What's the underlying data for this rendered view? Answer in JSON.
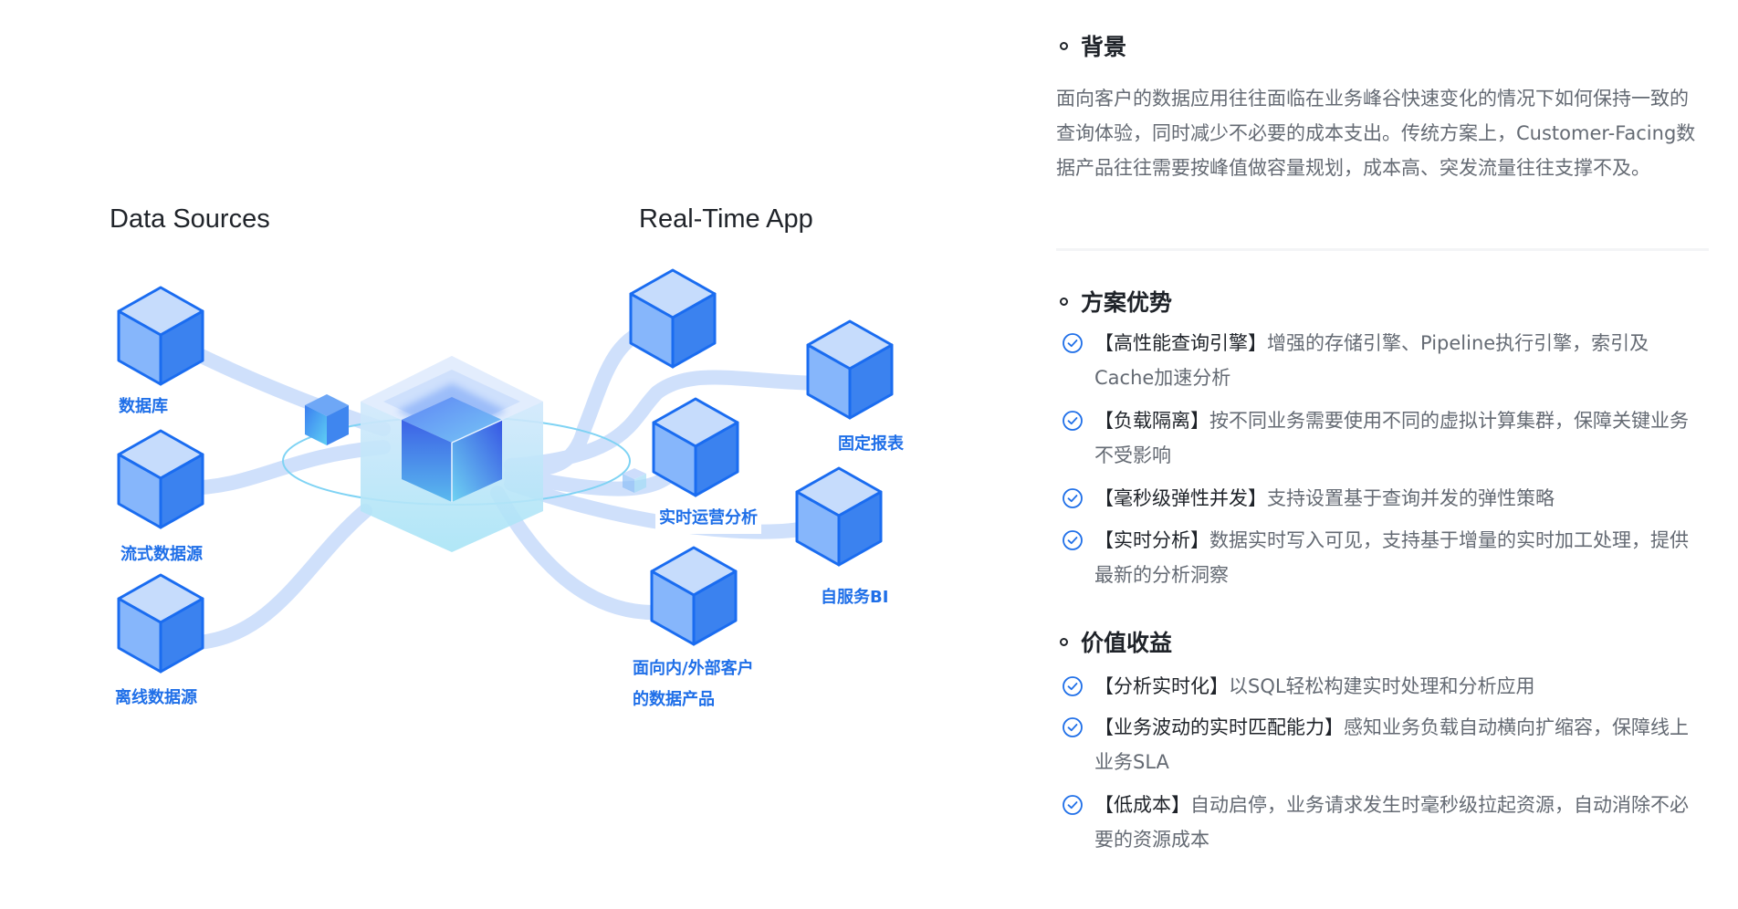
{
  "diagram": {
    "sources_title": "Data Sources",
    "apps_title": "Real-Time App",
    "sources": [
      {
        "label": "数据库"
      },
      {
        "label": "流式数据源"
      },
      {
        "label": "离线数据源"
      }
    ],
    "apps": [
      {
        "label": ""
      },
      {
        "label": "固定报表"
      },
      {
        "label": "实时运营分析"
      },
      {
        "label": "自服务BI"
      },
      {
        "label_line1": "面向内/外部客户",
        "label_line2": "的数据产品"
      }
    ],
    "colors": {
      "cube_stroke": "#1a6cf0",
      "cube_top": "#c6dcfc",
      "cube_left": "#86b6fb",
      "cube_right": "#3b82ef",
      "flow": "#cfe0fb",
      "label": "#1f6fe8"
    }
  },
  "panel": {
    "background": {
      "heading": "背景",
      "text": "面向客户的数据应用往往面临在业务峰谷快速变化的情况下如何保持一致的查询体验，同时减少不必要的成本支出。传统方案上，Customer-Facing数据产品往往需要按峰值做容量规划，成本高、突发流量往往支撑不及。"
    },
    "advantages": {
      "heading": "方案优势",
      "items": [
        {
          "key": "【高性能查询引擎】",
          "text": "增强的存储引擎、Pipeline执行引擎，索引及Cache加速分析"
        },
        {
          "key": "【负载隔离】",
          "text": "按不同业务需要使用不同的虚拟计算集群，保障关键业务不受影响"
        },
        {
          "key": "【毫秒级弹性并发】",
          "text": "支持设置基于查询并发的弹性策略"
        },
        {
          "key": "【实时分析】",
          "text": "数据实时写入可见，支持基于增量的实时加工处理，提供最新的分析洞察"
        }
      ]
    },
    "value": {
      "heading": "价值收益",
      "items": [
        {
          "key": "【分析实时化】",
          "text": "以SQL轻松构建实时处理和分析应用"
        },
        {
          "key": "【业务波动的实时匹配能力】",
          "text": "感知业务负载自动横向扩缩容，保障线上业务SLA"
        },
        {
          "key": "【低成本】",
          "text": "自动启停，业务请求发生时毫秒级拉起资源，自动消除不必要的资源成本"
        }
      ]
    },
    "icons": {
      "heading_bullet": "hollow-circle",
      "item_icon": "check-circle-icon",
      "accent": "#1f6fe8"
    }
  }
}
